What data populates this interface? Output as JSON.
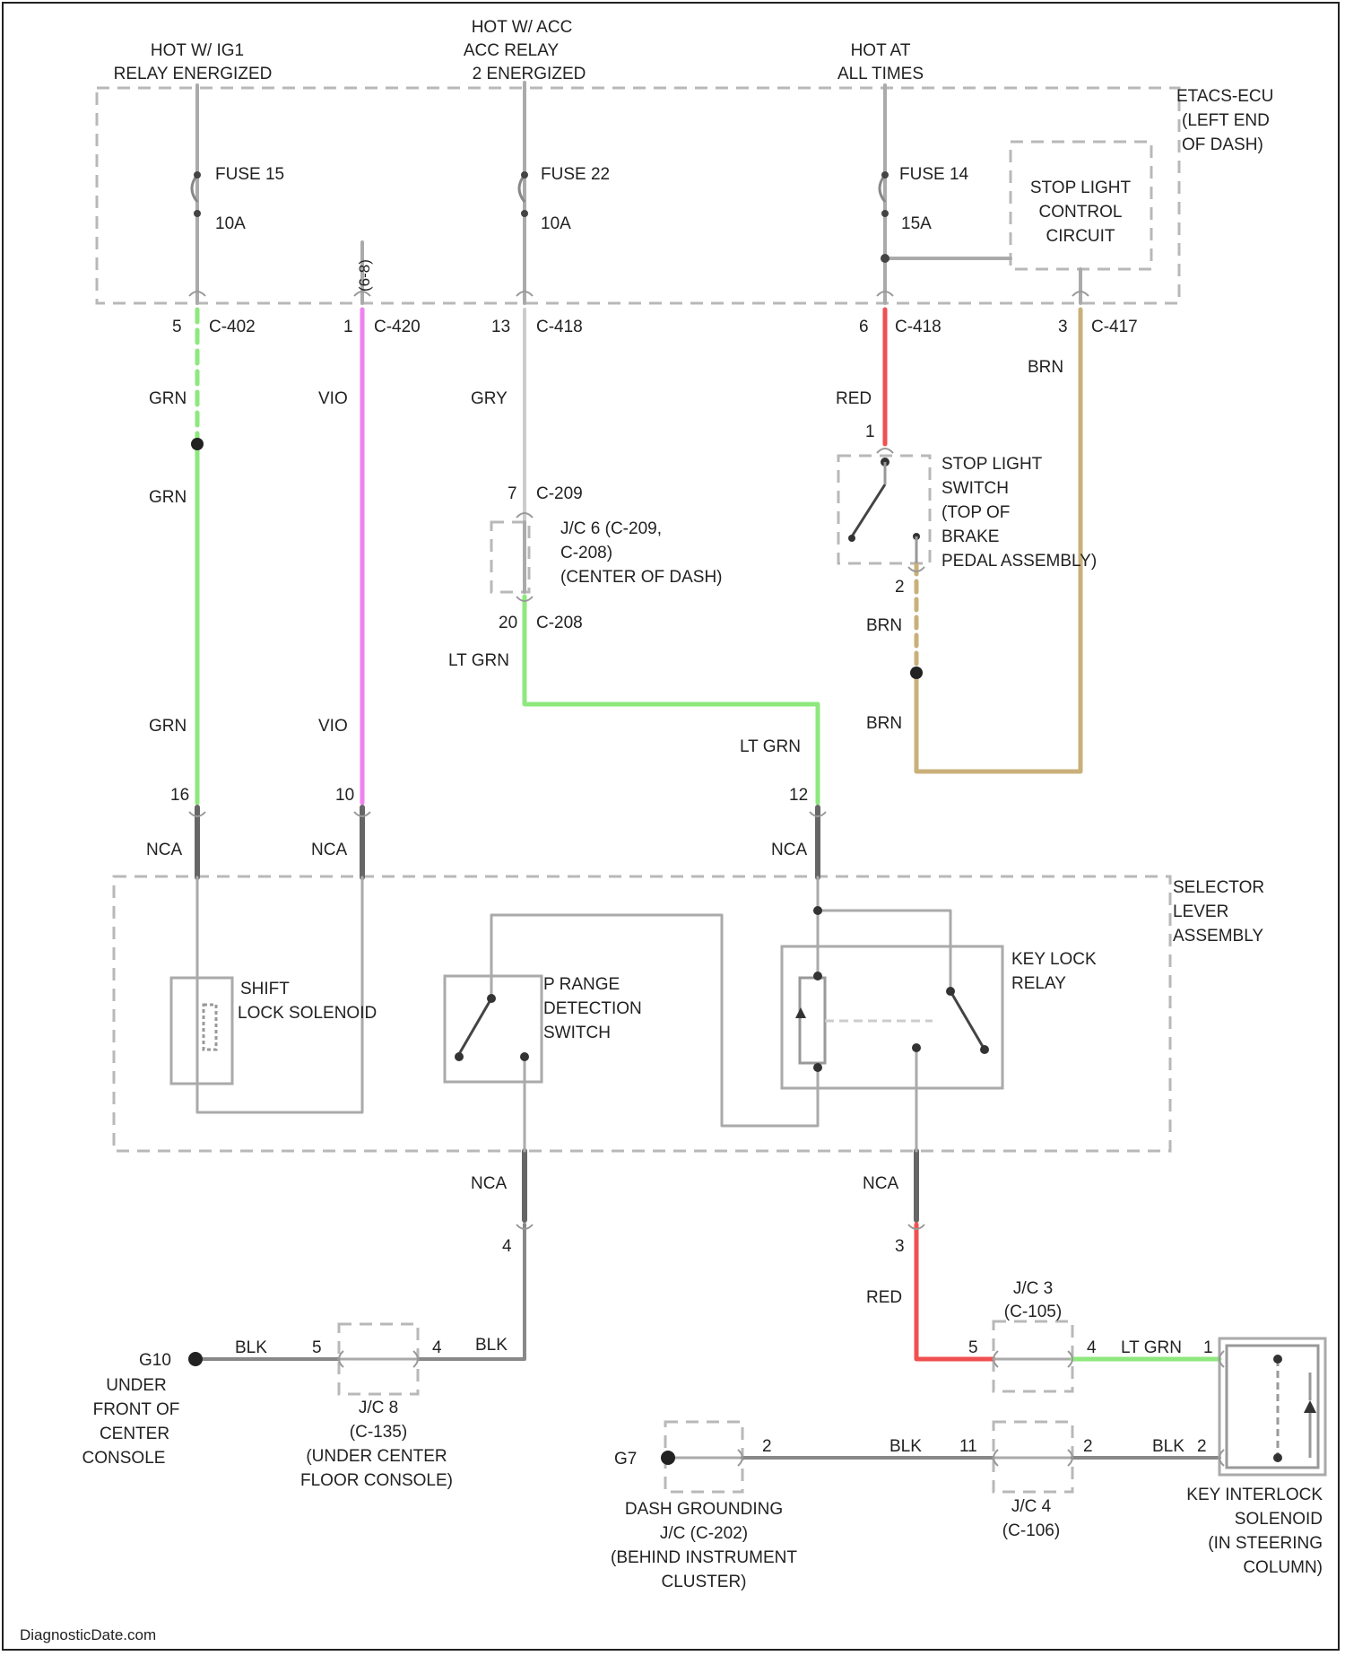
{
  "colors": {
    "wire_gray": "#aaaaaa",
    "wire_green": "#8ee87e",
    "wire_violet": "#ee82ee",
    "wire_red": "#f05050",
    "wire_brown": "#c9b07a",
    "wire_nca": "#666666",
    "dash": "#b8b8b8"
  },
  "power_sources": [
    {
      "id": "ig1",
      "lines": [
        "HOT W/ IG1",
        "RELAY ENERGIZED"
      ]
    },
    {
      "id": "acc",
      "lines": [
        "HOT W/ ACC",
        "ACC RELAY",
        "2 ENERGIZED"
      ]
    },
    {
      "id": "always",
      "lines": [
        "HOT AT",
        "ALL TIMES"
      ]
    }
  ],
  "module_etacs": [
    "ETACS-ECU",
    "(LEFT END",
    "OF DASH)"
  ],
  "fuses": [
    {
      "name": "FUSE 15",
      "rating": "10A"
    },
    {
      "name": "FUSE 22",
      "rating": "10A"
    },
    {
      "name": "FUSE 14",
      "rating": "15A"
    }
  ],
  "stop_light_control": [
    "STOP LIGHT",
    "CONTROL",
    "CIRCUIT"
  ],
  "connectors_top": [
    {
      "pin": "5",
      "conn": "C-402"
    },
    {
      "pin": "1",
      "conn": "C-420"
    },
    {
      "pin": "13",
      "conn": "C-418"
    },
    {
      "pin": "6",
      "conn": "C-418"
    },
    {
      "pin": "3",
      "conn": "C-417"
    }
  ],
  "vertical_label": "(6-8)",
  "wire_colors": {
    "grn": "GRN",
    "vio": "VIO",
    "gry": "GRY",
    "red": "RED",
    "brn": "BRN",
    "lt_grn": "LT GRN",
    "nca": "NCA",
    "blk": "BLK"
  },
  "jc6": {
    "top_pin": "7",
    "top_conn": "C-209",
    "lines": [
      "J/C 6 (C-209,",
      "C-208)",
      "(CENTER OF DASH)"
    ],
    "bottom_pin": "20",
    "bottom_conn": "C-208"
  },
  "stop_light_switch": {
    "pin_top": "1",
    "pin_bottom": "2",
    "lines": [
      "STOP LIGHT",
      "SWITCH",
      "(TOP OF",
      "BRAKE",
      "PEDAL ASSEMBLY)"
    ]
  },
  "selector_pins": [
    "16",
    "10",
    "12"
  ],
  "selector_lever": [
    "SELECTOR",
    "LEVER",
    "ASSEMBLY"
  ],
  "shift_lock_solenoid": [
    "SHIFT",
    "LOCK SOLENOID"
  ],
  "p_range_switch": [
    "P RANGE",
    "DETECTION",
    "SWITCH"
  ],
  "key_lock_relay": [
    "KEY LOCK",
    "RELAY"
  ],
  "lower_pins": {
    "p_range_out": "4",
    "relay_out": "3"
  },
  "g10": {
    "id": "G10",
    "lines": [
      "UNDER",
      "FRONT OF",
      "CENTER",
      "CONSOLE"
    ]
  },
  "jc8": {
    "pin_left": "5",
    "pin_right": "4",
    "lines": [
      "J/C 8",
      "(C-135)",
      "(UNDER CENTER",
      "FLOOR CONSOLE)"
    ]
  },
  "jc3": {
    "title": [
      "J/C 3",
      "(C-105)"
    ],
    "pin_left": "5",
    "pin_right": "4"
  },
  "g7": {
    "id": "G7",
    "lines": [
      "DASH GROUNDING",
      "J/C (C-202)",
      "(BEHIND INSTRUMENT",
      "CLUSTER)"
    ],
    "pin": "2"
  },
  "jc4": {
    "pin_left": "11",
    "pin_right": "2",
    "lines": [
      "J/C 4",
      "(C-106)"
    ]
  },
  "key_interlock": {
    "pin_top": "1",
    "pin_bottom": "2",
    "lines": [
      "KEY INTERLOCK",
      "SOLENOID",
      "(IN STEERING",
      "COLUMN)"
    ]
  },
  "watermark": "DiagnosticDate.com"
}
